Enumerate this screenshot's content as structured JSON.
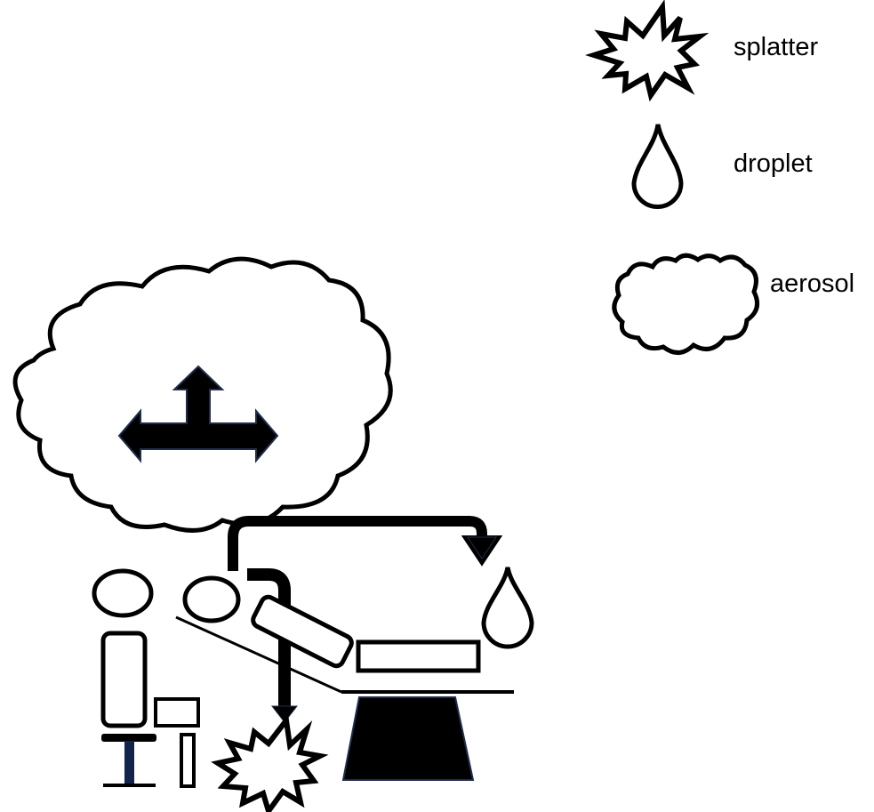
{
  "legend": {
    "items": [
      {
        "symbol": "splatter-icon",
        "label": "splatter"
      },
      {
        "symbol": "droplet-icon",
        "label": "droplet"
      },
      {
        "symbol": "aerosol-icon",
        "label": "aerosol"
      }
    ]
  },
  "colors": {
    "outline": "#000000",
    "arrow_border": "#1f2d4e",
    "stool_post": "#14234a",
    "background": "#ffffff"
  }
}
